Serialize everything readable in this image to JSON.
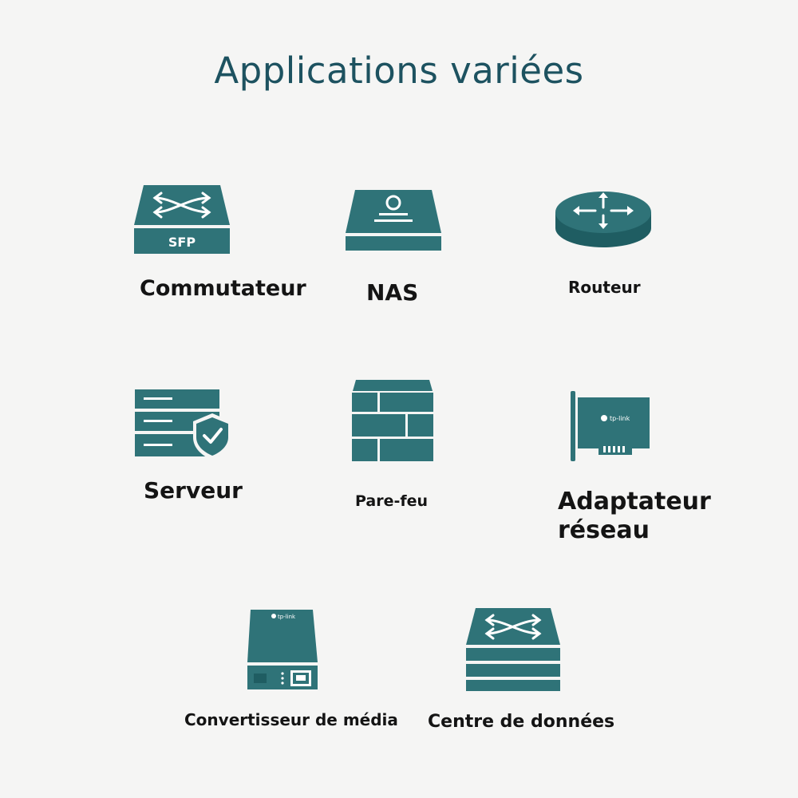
{
  "title": "Applications variées",
  "colors": {
    "icon": "#2f7378",
    "icon_dark": "#1f5d62",
    "background": "#f5f5f4",
    "title": "#1d5260",
    "label": "#141414"
  },
  "items": [
    {
      "icon": "switch-icon",
      "icon_text": "SFP",
      "label": "Commutateur"
    },
    {
      "icon": "nas-icon",
      "label": "NAS"
    },
    {
      "icon": "router-icon",
      "label": "Routeur"
    },
    {
      "icon": "server-shield-icon",
      "label": "Serveur"
    },
    {
      "icon": "firewall-icon",
      "label": "Pare-feu"
    },
    {
      "icon": "network-adapter-icon",
      "icon_text": "tp-link",
      "label_line1": "Adaptateur",
      "label_line2": "réseau"
    },
    {
      "icon": "media-converter-icon",
      "icon_text": "tp-link",
      "label": "Convertisseur de média"
    },
    {
      "icon": "datacenter-icon",
      "label": "Centre de données"
    }
  ]
}
